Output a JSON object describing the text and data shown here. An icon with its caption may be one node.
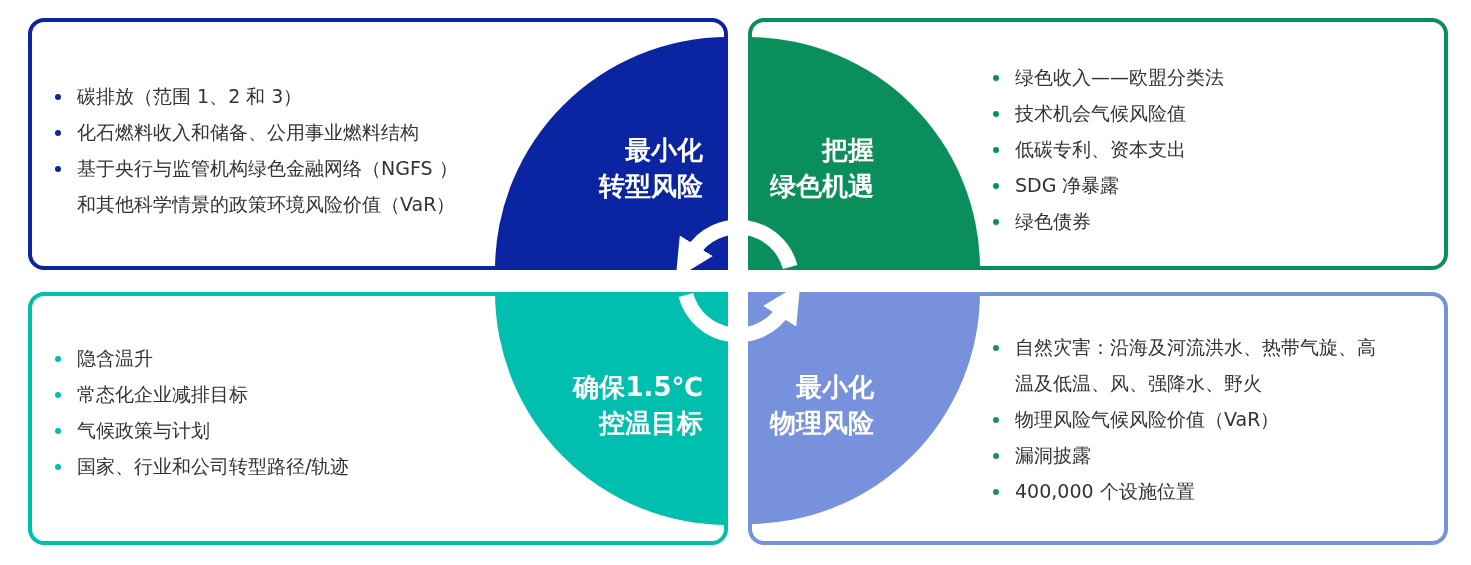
{
  "diagram": {
    "nodes": [
      {
        "text": [
          "碳排放（范围 1、2 和 3）",
          "化石燃料收入和储备、公用事业燃料结构",
          "基于央行与监管机构绿色金融网络（NGFS ）和其他科学情景的政策环境风险价值（VaR）"
        ]
      },
      {
        "text": [
          "最小化转型风险"
        ],
        "in": 0
      },
      {
        "text": [
          "绿色收入——欧盟分类法",
          "技术机会气候风险值",
          "低碳专利、资本支出",
          "SDG 净暴露",
          "绿色债券"
        ]
      },
      {
        "text": [
          "把握绿色机遇"
        ],
        "in": 2
      },
      {
        "text": [
          "隐含温升",
          "常态化企业减排目标",
          "气候政策与计划",
          "国家、行业和公司转型路径/轨迹"
        ]
      },
      {
        "text": [
          "确保1.5℃控温目标"
        ],
        "in": 4
      },
      {
        "text": [
          "自然灾害：沿海及河流洪水、热带气旋、高温及低温、风、强降水、野火",
          "物理风险气候风险价值（VaR）",
          "漏洞披露",
          "400,000 个设施位置"
        ]
      },
      {
        "text": [
          "最小化物理风险"
        ],
        "in": 6
      }
    ],
    "edges": [
      {
        "from": 3,
        "to": 1,
        "arrow": "to"
      },
      {
        "from": 5,
        "to": 7,
        "arrow": "to"
      }
    ]
  }
}
